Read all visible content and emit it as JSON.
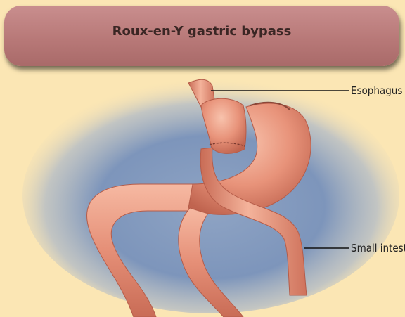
{
  "title": "Roux-en-Y gastric bypass",
  "labels": {
    "esophagus": "Esophagus",
    "small_intestine": "Small intestine"
  }
}
